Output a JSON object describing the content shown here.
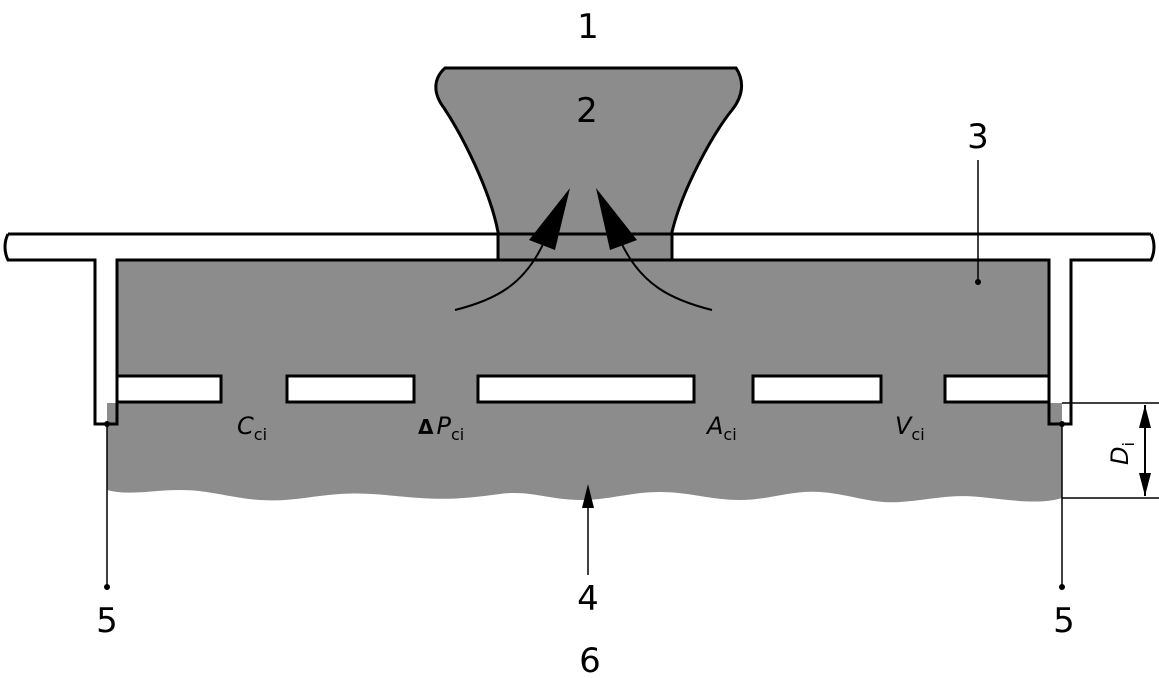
{
  "callouts": {
    "n1": "1",
    "n2": "2",
    "n3": "3",
    "n4": "4",
    "n5_left": "5",
    "n5_right": "5",
    "n6": "6"
  },
  "symbols": {
    "c_main": "C",
    "c_sub": "ci",
    "delta": "Δ",
    "p_main": "P",
    "p_sub": "ci",
    "a_main": "A",
    "a_sub": "ci",
    "v_main": "V",
    "v_sub": "ci",
    "d_main": "D",
    "d_sub": "i"
  },
  "colors": {
    "fill": "#8c8c8c",
    "stroke": "#000000",
    "background": "#ffffff"
  }
}
